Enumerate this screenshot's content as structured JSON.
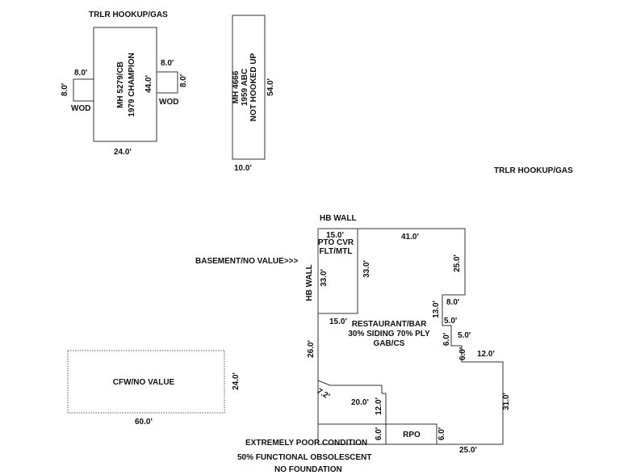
{
  "colors": {
    "line": "#333333",
    "text": "#111111",
    "background": "#ffffff"
  },
  "trailer_left": {
    "hookup_label": "TRLR HOOKUP/GAS",
    "label_line1": "MH 5279/CB",
    "label_line2": "1979 CHAMPION",
    "height": "44.0'",
    "width": "24.0'",
    "wod_left": {
      "label": "WOD",
      "width": "8.0'",
      "depth": "8.0'"
    },
    "wod_right": {
      "label": "WOD",
      "width": "8.0'",
      "depth": "8.0'"
    }
  },
  "trailer_middle": {
    "label_line1": "MH 4666",
    "label_line2": "1959 ABC",
    "label_line3": "NOT HOOKED UP",
    "height": "54.0'",
    "width": "10.0'"
  },
  "right_hookup_label": "TRLR HOOKUP/GAS",
  "cfw": {
    "label": "CFW/NO VALUE",
    "width": "60.0'",
    "depth": "24.0'"
  },
  "restaurant": {
    "label_line1": "RESTAURANT/BAR",
    "label_line2": "30% SIDING 70% PLY",
    "label_line3": "GAB/CS",
    "hb_wall_top": "HB WALL",
    "hb_wall_side": "HB WALL",
    "basement_label": "BASEMENT/NO VALUE>>>",
    "porch": {
      "label_line1": "PTO CVR",
      "label_line2": "FLT/MTL",
      "width_top": "15.0'",
      "width_bottom": "15.0'",
      "depth_left": "33.0'",
      "depth_right": "33.0'"
    },
    "dims": {
      "top": "41.0'",
      "right_upper": "25.0'",
      "step1_width": "8.0'",
      "step1_height": "13.0'",
      "step2_width": "5.0'",
      "step2_height": "6.0'",
      "step3_width": "5.0'",
      "step3_height": "6.0'",
      "step4_width": "12.0'",
      "right_lower": "31.0'",
      "bottom": "25.0'",
      "left": "26.0'",
      "diagonal": "7.2'",
      "notch_width": "20.0'",
      "notch_height": "12.0'",
      "bottom_left": "6.0'",
      "rpo_right": "6.0'"
    },
    "rpo_label": "RPO"
  },
  "notes": {
    "line1": "EXTREMELY POOR CONDITION",
    "line2": "50% FUNCTIONAL OBSOLESCENT",
    "line3": "NO FOUNDATION"
  }
}
